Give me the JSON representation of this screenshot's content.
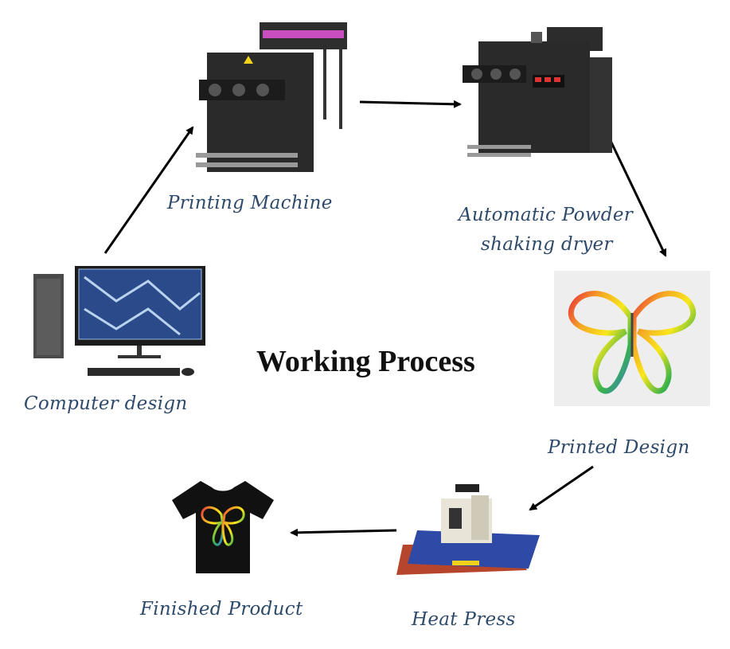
{
  "diagram": {
    "title": "Working Process",
    "steps": [
      {
        "id": "computer",
        "label": "Computer design",
        "icon": "computer-icon"
      },
      {
        "id": "printer",
        "label": "Printing Machine",
        "icon": "printer-machine-icon"
      },
      {
        "id": "dryer",
        "label_lines": [
          "Automatic Powder",
          "shaking dryer"
        ],
        "icon": "powder-dryer-icon"
      },
      {
        "id": "printed",
        "label": "Printed Design",
        "icon": "butterfly-print-icon"
      },
      {
        "id": "press",
        "label": "Heat Press",
        "icon": "heat-press-icon"
      },
      {
        "id": "product",
        "label": "Finished Product",
        "icon": "tshirt-icon"
      }
    ],
    "flow": [
      [
        "computer",
        "printer"
      ],
      [
        "printer",
        "dryer"
      ],
      [
        "dryer",
        "printed"
      ],
      [
        "printed",
        "press"
      ],
      [
        "press",
        "product"
      ]
    ],
    "colors": {
      "label": "#2d4a6b",
      "arrow": "#000000",
      "machine": "#2a2a2a",
      "press_plate": "#2f49a6"
    }
  }
}
